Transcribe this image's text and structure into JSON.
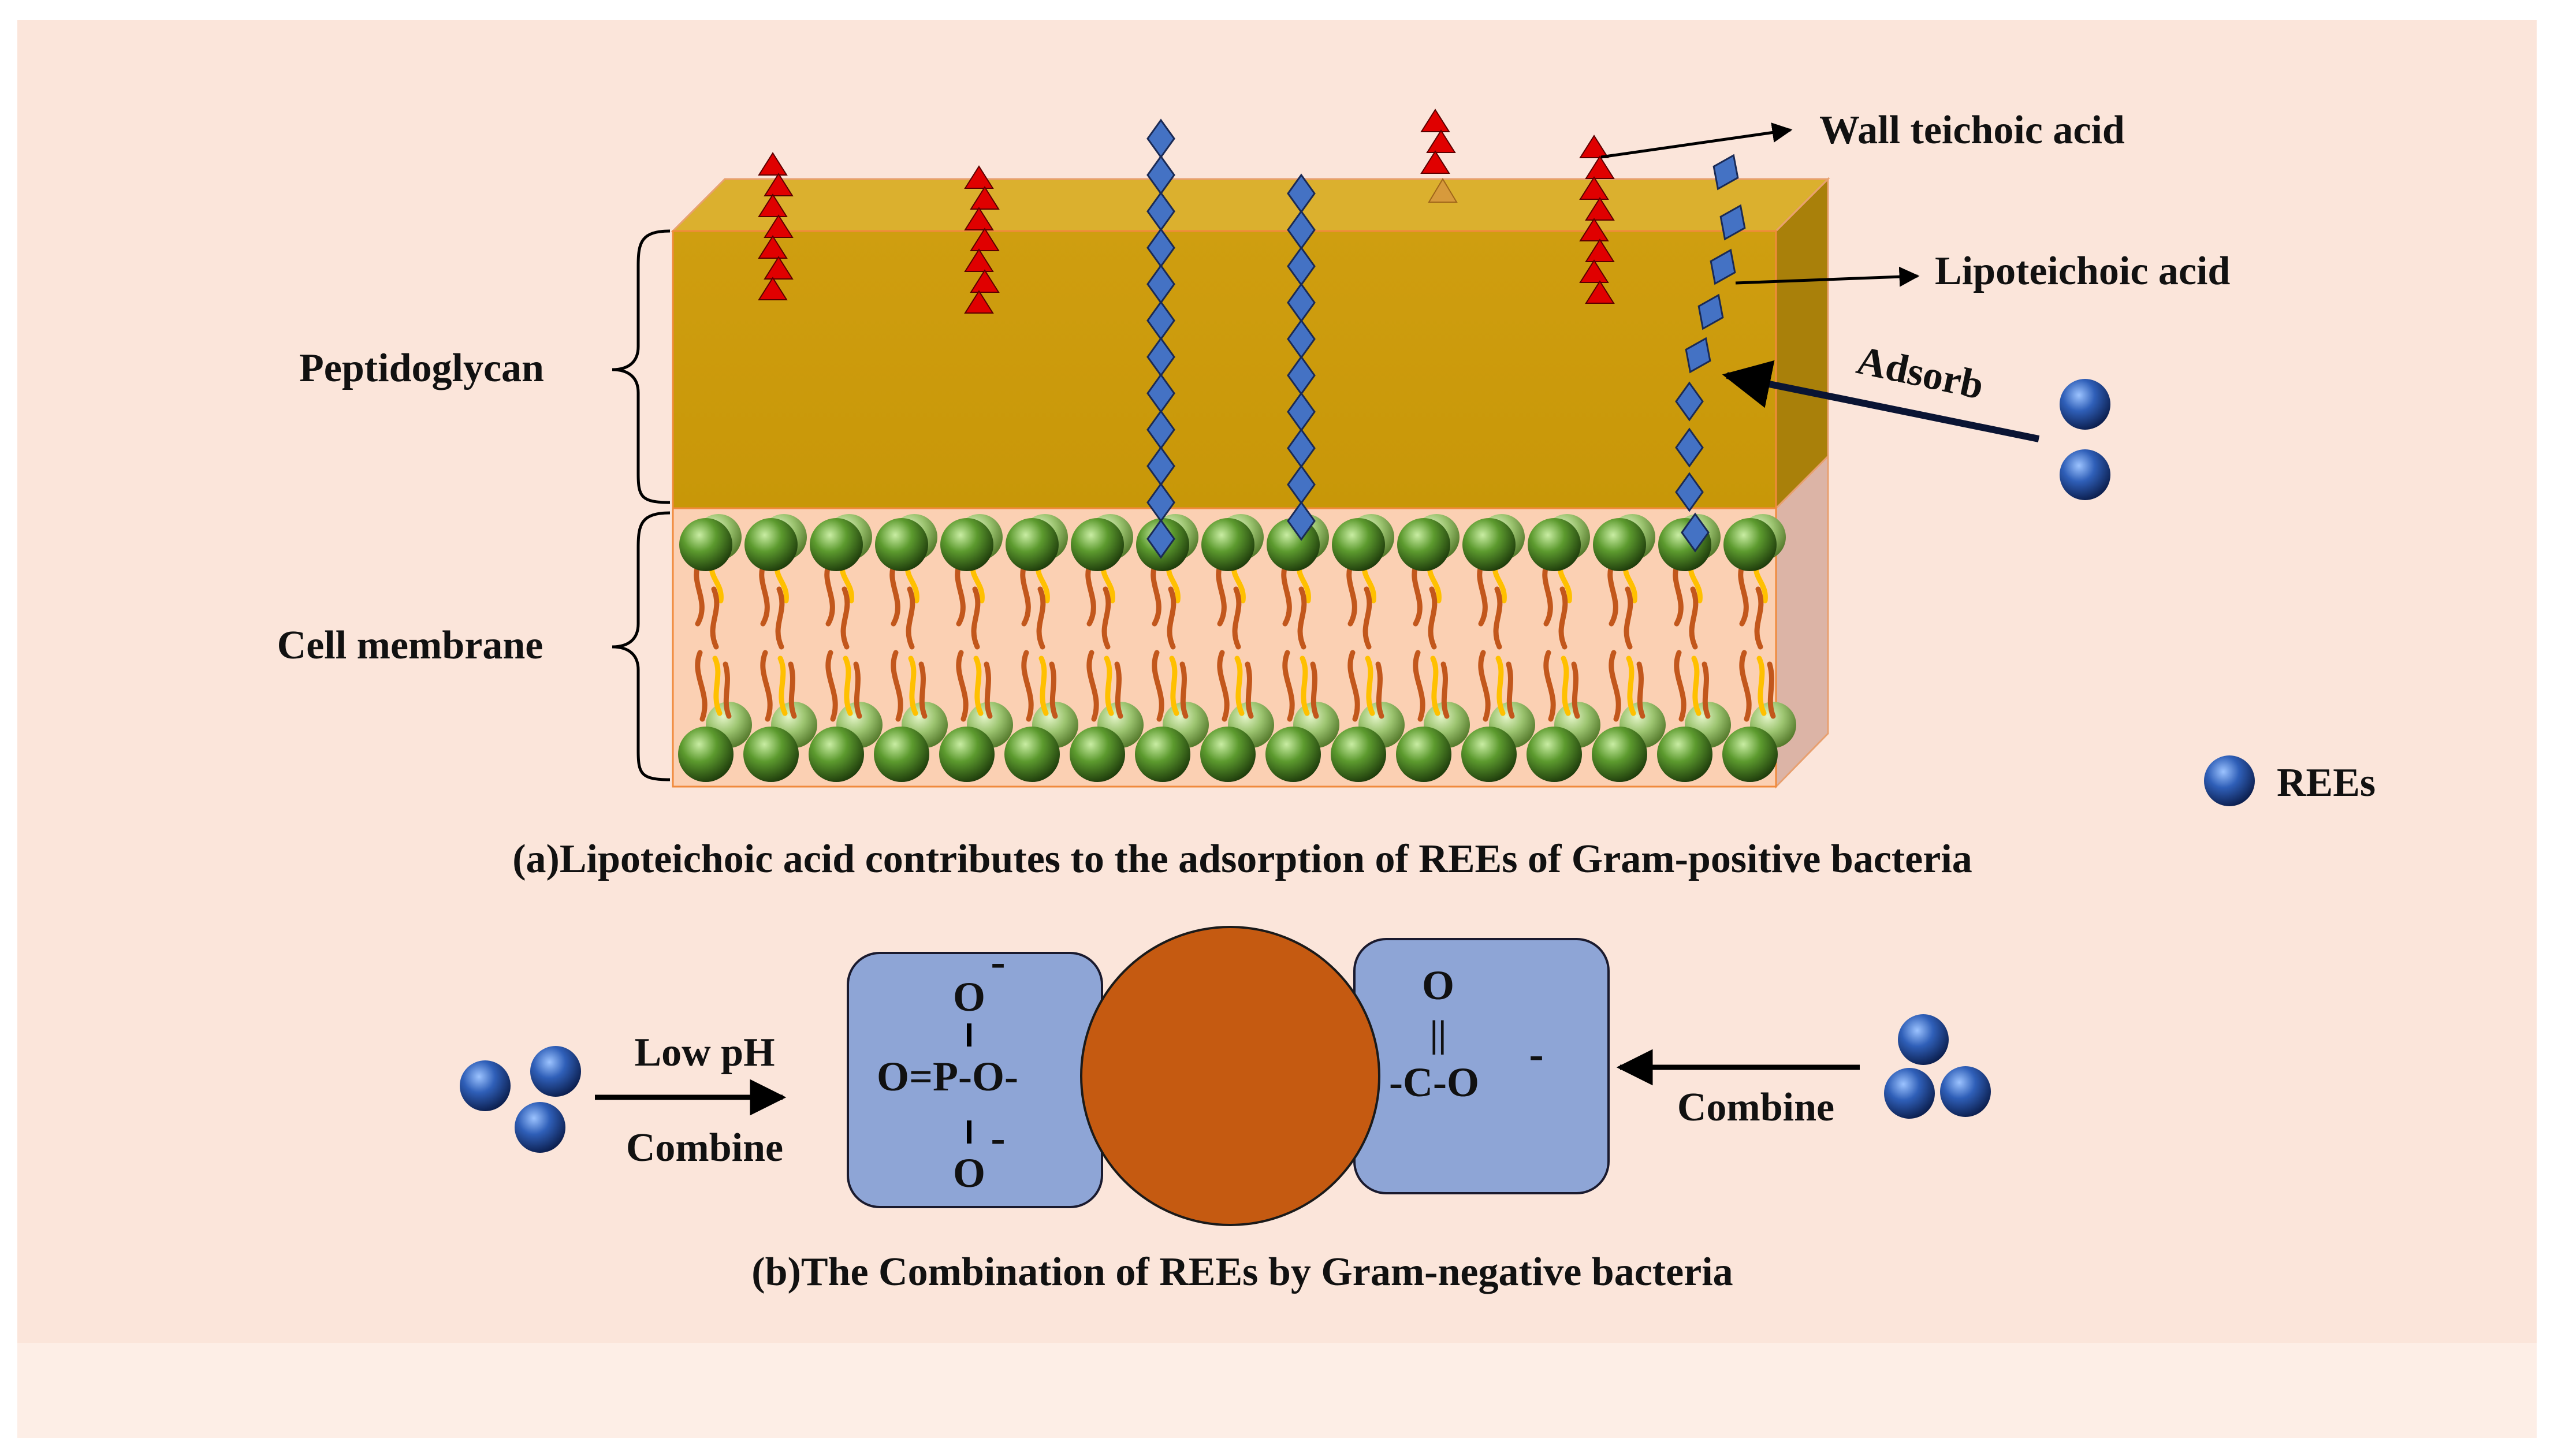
{
  "colors": {
    "outer_background": "#ffffff",
    "panel_background": "#fbe5da",
    "bottom_strip": "#fdeee6",
    "peptidoglycan": "#cc9b0c",
    "peptidoglycan_top": "#dbb02e",
    "peptidoglycan_side": "#a9800a",
    "membrane": "#fbd0b3",
    "membrane_side": "#dcb4a6",
    "lipid_head": "#5c9a2e",
    "tail_orange": "#c2571c",
    "tail_yellow": "#ffc000",
    "wall_teichoic": "#e00000",
    "lipoteichoic": "#4472c4",
    "ree_ball": "#2f5fb8",
    "cell_circle": "#c55a11",
    "group_box": "#8ea5d6"
  },
  "panel_a": {
    "labels": {
      "peptidoglycan": "Peptidoglycan",
      "cell_membrane": "Cell membrane",
      "wall_teichoic_acid": "Wall teichoic acid",
      "lipoteichoic_acid": "Lipoteichoic acid",
      "adsorb": "Adsorb"
    },
    "legend": {
      "icon": "ree-ball-icon",
      "label": "REEs"
    },
    "caption": "(a)Lipoteichoic acid contributes to the adsorption of REEs of Gram-positive bacteria"
  },
  "panel_b": {
    "phosphate_group": {
      "o_top": "O",
      "o_top_charge": "-",
      "main_line": "O=P-O-",
      "o_bottom": "O",
      "o_bottom_charge": "-"
    },
    "carboxyl_group": {
      "o_top": "O",
      "double_bond": "||",
      "main_line": "-C-O",
      "charge": "-"
    },
    "left_arrow_top": "Low pH",
    "left_arrow_bottom": "Combine",
    "right_arrow_label": "Combine",
    "caption": "(b)The Combination of REEs by Gram-negative bacteria"
  }
}
